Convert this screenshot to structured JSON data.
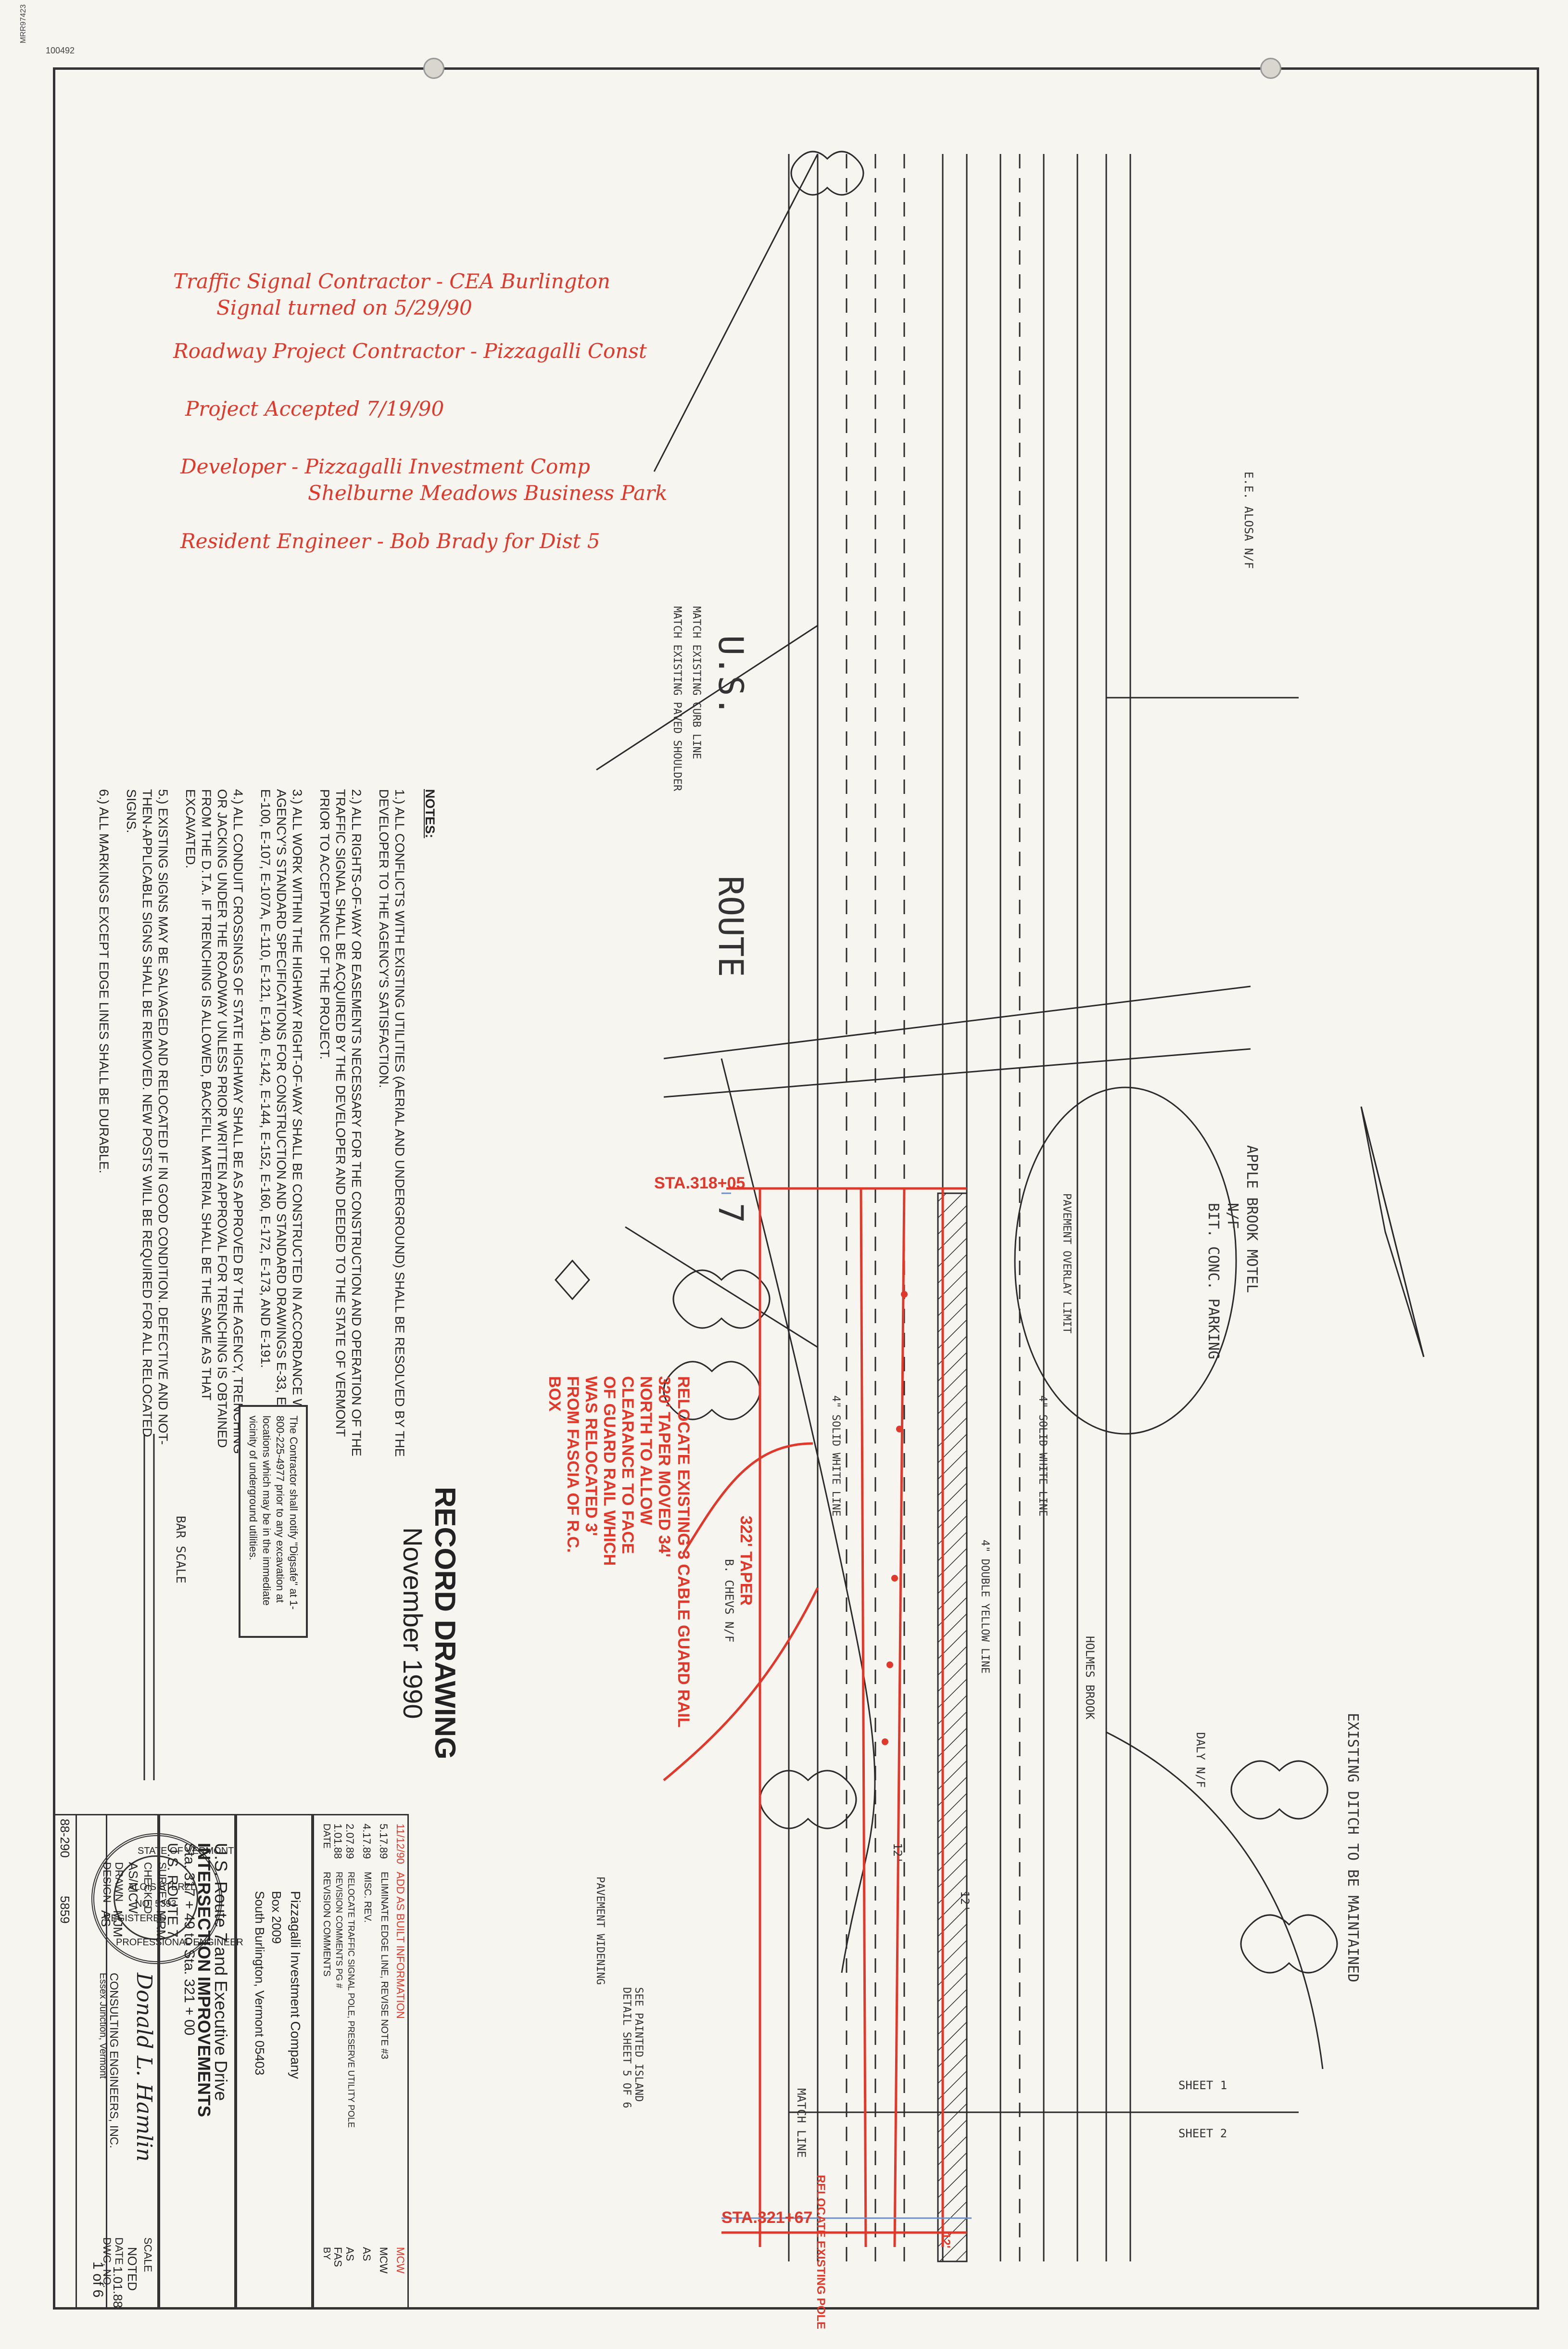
{
  "sheet": {
    "corner_code": "MRR97423",
    "corner_number": "100492"
  },
  "handwritten": {
    "line1": "Traffic Signal Contractor - CEA Burlington",
    "line2": "Signal turned on 5/29/90",
    "line3": "Roadway Project Contractor - Pizzagalli Const",
    "line4": "Project Accepted 7/19/90",
    "line5": "Developer - Pizzagalli Investment Comp",
    "line6": "Shelburne Meadows Business Park",
    "line7": "Resident Engineer - Bob Brady for Dist 5"
  },
  "notes": {
    "header": "NOTES:",
    "items": [
      "1.) ALL CONFLICTS WITH EXISTING UTILITIES (AERIAL AND UNDERGROUND) SHALL BE RESOLVED BY THE DEVELOPER TO THE AGENCY'S SATISFACTION.",
      "2.) ALL RIGHTS-OF-WAY OR EASEMENTS NECESSARY FOR THE CONSTRUCTION AND OPERATION OF THE TRAFFIC SIGNAL SHALL BE ACQUIRED BY THE DEVELOPER AND DEEDED TO THE STATE OF VERMONT PRIOR TO ACCEPTANCE OF THE PROJECT.",
      "3.) ALL WORK WITHIN THE HIGHWAY RIGHT-OF-WAY SHALL BE CONSTRUCTED IN ACCORDANCE WITH THE AGENCY'S STANDARD SPECIFICATIONS FOR CONSTRUCTION AND STANDARD DRAWINGS E-33, E-34, E-36, E-100, E-107, E-107A, E-110, E-121, E-140, E-142, E-144, E-152, E-160, E-172, E-173, AND E-191.",
      "4.) ALL CONDUIT CROSSINGS OF STATE HIGHWAY SHALL BE AS APPROVED BY THE AGENCY, TRENCHING OR JACKING UNDER THE ROADWAY UNLESS PRIOR WRITTEN APPROVAL FOR TRENCHING IS OBTAINED FROM THE D.T.A. IF TRENCHING IS ALLOWED, BACKFILL MATERIAL SHALL BE THE SAME AS THAT EXCAVATED.",
      "5.) EXISTING SIGNS MAY BE SALVAGED AND RELOCATED IF IN GOOD CONDITION. DEFECTIVE AND NOT-THEN-APPLICABLE SIGNS SHALL BE REMOVED. NEW POSTS WILL BE REQUIRED FOR ALL RELOCATED SIGNS.",
      "6.) ALL MARKINGS EXCEPT EDGE LINES SHALL BE DURABLE."
    ]
  },
  "record": {
    "title": "RECORD DRAWING",
    "date": "November 1990"
  },
  "callbox": {
    "text": "The Contractor shall notify \"Digsafe\" at 1-800-225-4977 prior to any excavation at locations which may be in the immediate vicinity of underground utilities."
  },
  "plan": {
    "road_us": "U.S.",
    "road_route": "ROUTE",
    "route_num": "7",
    "sta_start": "STA.318+05",
    "sta_end": "STA.321+67",
    "taper": "322' TAPER",
    "relocate_guard": "RELOCATE EXISTING 3 CABLE GUARD RAIL",
    "taper_note": "320' TAPER MOVED 34' NORTH TO ALLOW CLEARANCE TO FACE OF GUARD RAIL WHICH WAS RELOCATED 3' FROM FASCIA OF R.C. BOX",
    "apple_brook": "APPLE BROOK MOTEL",
    "apple_brook_sub": "N/F",
    "parking": "BIT. CONC. PARKING",
    "existing_ditch": "EXISTING DITCH TO BE MAINTAINED",
    "match_curb": "MATCH EXISTING CURB LINE",
    "match_shoulder": "MATCH EXISTING PAVED SHOULDER",
    "overlay_limit": "PAVEMENT OVERLAY LIMIT",
    "solid_white": "4\" SOLID WHITE LINE",
    "double_yellow": "4\" DOUBLE YELLOW LINE",
    "solid_white2": "4\" SOLID WHITE LINE",
    "pavement_widening": "PAVEMENT WIDENING",
    "see_painted": "SEE PAINTED ISLAND DETAIL SHEET 5 OF 6",
    "relocate_pole": "RELOCATE EXISTING POLE",
    "match_line": "MATCH LINE",
    "sheet_a": "SHEET 1",
    "sheet_b": "SHEET 2",
    "bar_scale": "BAR SCALE",
    "chevs": "B. CHEVS N/F",
    "daly": "DALY N/F",
    "aloisa": "E.E. ALOSA N/F",
    "holmes": "HOLMES BROOK",
    "dim_12a": "12'",
    "dim_12b": "12'",
    "dim_12c": "12'"
  },
  "revisions": {
    "rows": [
      {
        "date": "11/12/90",
        "desc": "ADD AS BUILT INFORMATION",
        "by": "MCW"
      },
      {
        "date": "5.17.89",
        "desc": "ELIMINATE EDGE LINE, REVISE NOTE #3",
        "by": "MCW"
      },
      {
        "date": "4.17.89",
        "desc": "MISC. REV.",
        "by": "AS"
      },
      {
        "date": "2.07.89",
        "desc": "RELOCATE TRAFFIC SIGNAL POLE, PRESERVE UTILITY POLE",
        "by": "AS"
      },
      {
        "date": "1.01.88",
        "desc": "REVISION COMMENTS PG #",
        "by": "FAS"
      }
    ],
    "header_date": "DATE",
    "header_rev": "REVISION COMMENTS",
    "header_by": "BY"
  },
  "title_block": {
    "client": "Pizzagalli Investment Company",
    "box": "Box 2009",
    "city": "South Burlington, Vermont 05403",
    "project1": "U.S. Route 7 and Executive Drive",
    "project2": "INTERSECTION IMPROVEMENTS",
    "stations": "Sta. 317 + 49 to Sta. 321 + 00",
    "route": "U.S. ROUTE 7",
    "firm": "CONSULTING ENGINEERS, INC.",
    "firm_loc": "Essex Junction, Vermont",
    "survey_label": "SURVEY",
    "survey": "MRM",
    "design_label": "DESIGN",
    "design": "AS",
    "drawn_label": "DRAWN",
    "drawn": "MJM",
    "checked_label": "CHECKED",
    "checked": "AS/MCW",
    "scale_label": "SCALE",
    "scale": "NOTED",
    "date_label": "DATE",
    "date": "1.01.88",
    "dwg_label": "DWG. NO.",
    "sheet": "1 of 6",
    "job1": "88-290",
    "job2": "5859"
  },
  "seal": {
    "state": "STATE OF VERMONT",
    "name": "ALOIS STERZL",
    "number": "NO. 5393",
    "pro": "PROFESSIONAL ENGINEER",
    "reg": "REGISTERED"
  },
  "colors": {
    "redline": "#e0392b",
    "ink": "#2a2a2a",
    "blue": "#6b8fc9"
  }
}
